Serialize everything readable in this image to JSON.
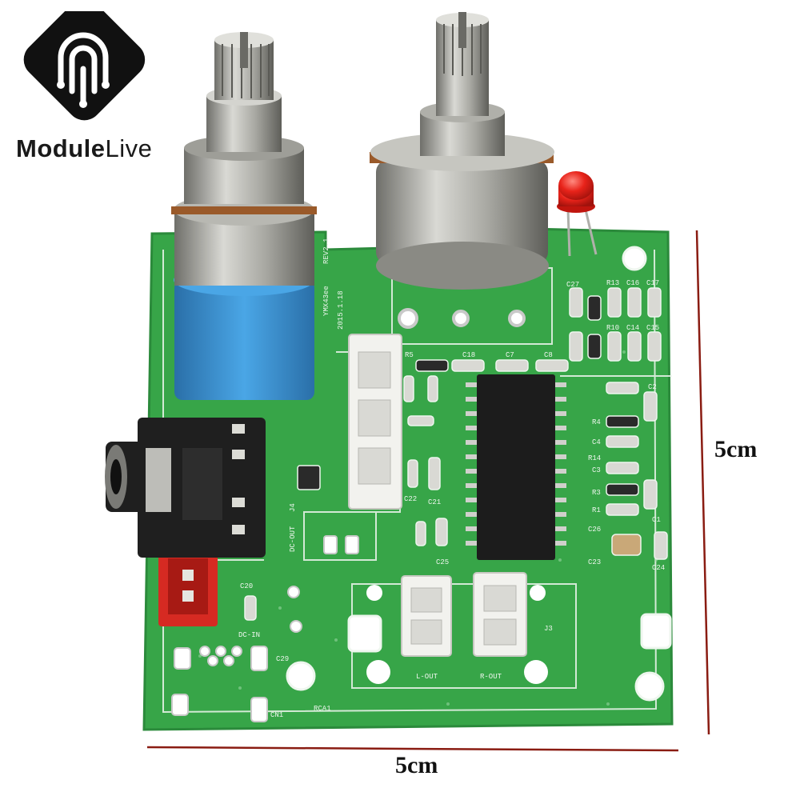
{
  "logo": {
    "brand_part1": "Module",
    "brand_part2": "Live"
  },
  "dimensions": {
    "height_label": "5cm",
    "width_label": "5cm"
  },
  "board": {
    "silkscreen": {
      "model": "YMX43ee",
      "rev": "REV2.1",
      "date": "2015.1.18",
      "dc_out": "DC-OUT",
      "dc_in": "DC-IN",
      "l_out": "L-OUT",
      "r_out": "R-OUT",
      "rca": "RCA1",
      "cn1": "CN1",
      "c29": "C29",
      "j3": "J3",
      "j4": "J4",
      "r5": "R5",
      "c18": "C18",
      "c7": "C7",
      "c8": "C8",
      "r13": "R13",
      "c16": "C16",
      "c17": "C17",
      "c27": "C27",
      "r10": "R10",
      "c14": "C14",
      "c15": "C15",
      "c2": "C2",
      "r4": "R4",
      "c4": "C4",
      "r14": "R14",
      "c3": "C3",
      "r3": "R3",
      "r1": "R1",
      "c26": "C26",
      "c22": "C22",
      "c21": "C21",
      "c25": "C25",
      "c23": "C23",
      "c24": "C24",
      "c1": "C1",
      "c20": "C20"
    },
    "colors": {
      "pcb": "#37a548",
      "pcb_dark": "#2b8a3b",
      "silk": "#eef6ee",
      "ic": "#1c1c1c",
      "pot_metal": "#a9a9a4",
      "pot_blue": "#3a8fd0",
      "led": "#e8231a",
      "jack": "#1f1f1f",
      "conn_white": "#f2f2ee",
      "conn_red": "#d62a22",
      "dim_line": "#8a1c12"
    }
  }
}
